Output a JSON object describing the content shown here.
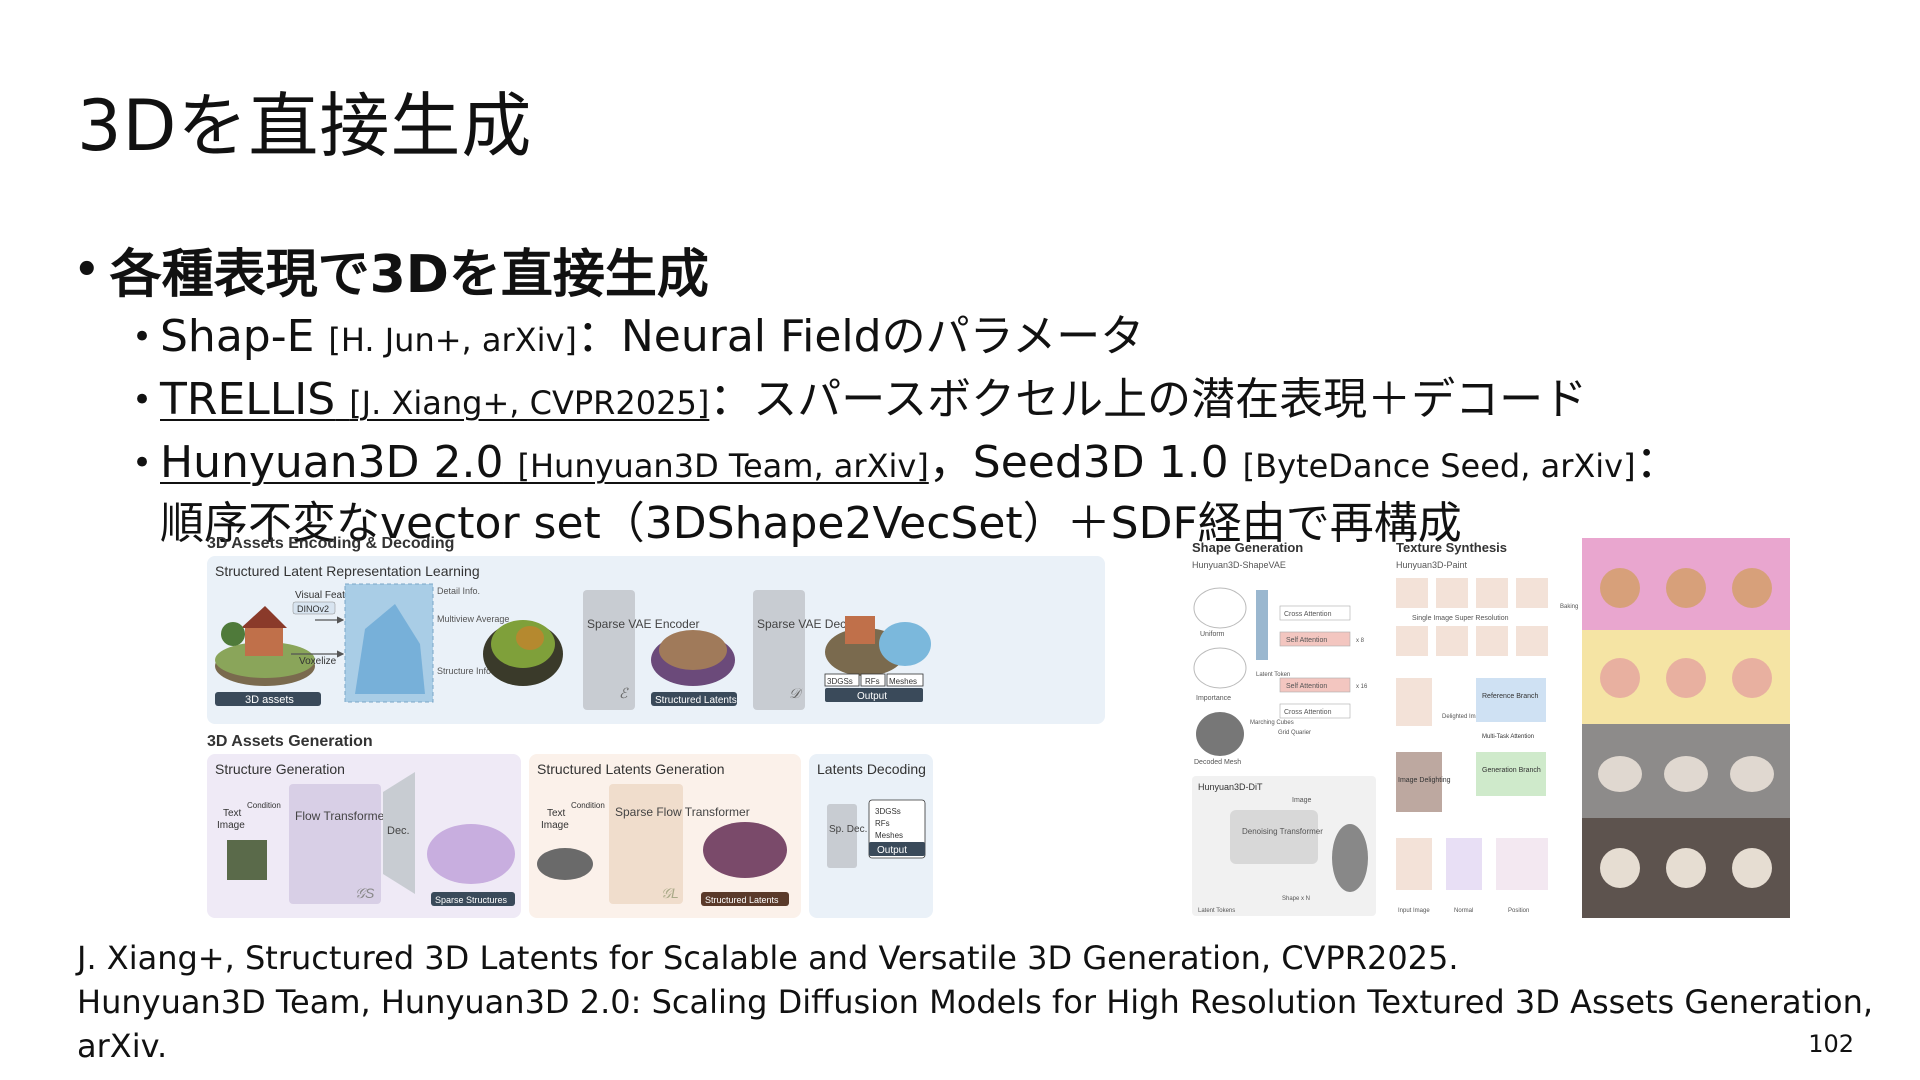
{
  "title": "3Dを直接生成",
  "bullet1": "各種表現で3Dを直接生成",
  "items": [
    {
      "name": "Shap-E",
      "cite": "[H. Jun+, arXiv]",
      "desc": "：Neural Fieldのパラメータ"
    },
    {
      "name": "TRELLIS",
      "cite": "[J. Xiang+, CVPR2025]",
      "desc": "：スパースボクセル上の潜在表現＋デコード"
    },
    {
      "name": "Hunyuan3D 2.0",
      "cite": "[Hunyuan3D Team, arXiv]",
      "mid": "，Seed3D 1.0",
      "cite2": "[ByteDance Seed, arXiv]",
      "desc": "：",
      "cont": "順序不変なvector set（3DShape2VecSet）＋SDF経由で再構成"
    }
  ],
  "trellis": {
    "enc_title": "3D Assets Encoding & Decoding",
    "enc_sub": "Structured Latent Representation Learning",
    "visual_feat": "Visual Feat.",
    "dinov2": "DINOv2",
    "voxelize": "Voxelize",
    "assets": "3D assets",
    "detail": "Detail Info.",
    "multiview": "Multiview Average",
    "structure": "Structure Info.",
    "encoder": "Sparse VAE Encoder",
    "enc_sym": "ℰ",
    "latents": "Structured Latents",
    "decoder": "Sparse VAE Decoder",
    "dec_sym": "𝒟",
    "out_tags": [
      "3DGSs",
      "RFs",
      "Meshes"
    ],
    "output": "Output",
    "gen_title": "3D Assets Generation",
    "sg_title": "Structure Generation",
    "text": "Text",
    "image": "Image",
    "condition": "Condition",
    "flow": "Flow Transformer",
    "gs": "𝒢S",
    "dec": "Dec.",
    "sparse_struct": "Sparse Structures",
    "slg_title": "Structured Latents Generation",
    "sparse_flow": "Sparse Flow Transformer",
    "gl": "𝒢L",
    "ld_title": "Latents Decoding",
    "spdec": "Sp. Dec."
  },
  "hunyuan": {
    "shape_gen": "Shape Generation",
    "shape_vae": "Hunyuan3D-ShapeVAE",
    "texture": "Texture Synthesis",
    "paint": "Hunyuan3D-Paint",
    "cross": "Cross Attention",
    "self": "Self Attention",
    "x8": "x 8",
    "x16": "x 16",
    "uniform": "Uniform",
    "importance": "Importance",
    "decoded": "Decoded Mesh",
    "latent_token": "Latent Token",
    "marching": "Marching Cubes",
    "grid": "Grid Quarier",
    "super_res": "Single Image Super Resolution",
    "dit": "Hunyuan3D-DiT",
    "image_label": "Image",
    "denoise": "Denoising Transformer",
    "latent_tokens": "Latent Tokens",
    "shape_n": "Shape x N",
    "reference": "Reference Branch",
    "multitask": "Multi-Task Attention",
    "generation": "Generation Branch",
    "delight": "Image Delighting",
    "delighted": "Delighted Image",
    "input_image": "Input Image",
    "normal": "Normal",
    "position": "Position",
    "baking": "Baking"
  },
  "refs": [
    "J. Xiang+, Structured 3D Latents for Scalable and Versatile 3D Generation, CVPR2025.",
    "Hunyuan3D Team, Hunyuan3D 2.0: Scaling Diffusion Models for High Resolution Textured 3D Assets Generation,",
    "arXiv."
  ],
  "page": "102",
  "colors": {
    "purple_panel": "#efeaf6",
    "orange_panel": "#fbf1ea",
    "blue_panel": "#eaf1f8",
    "pink": "#e9a6cf",
    "yellow": "#f5e4a4",
    "gray": "#8d8b8a",
    "dark": "#5d534e"
  }
}
